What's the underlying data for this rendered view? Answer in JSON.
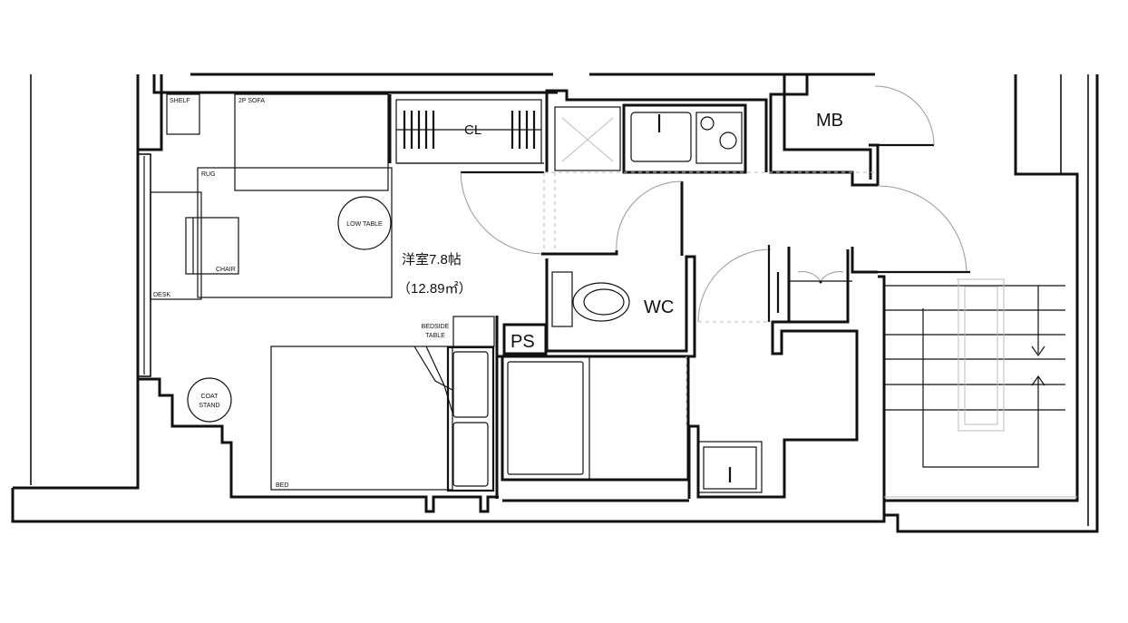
{
  "room": {
    "name": "洋室7.8帖",
    "area": "（12.89㎡）"
  },
  "labels": {
    "shelf": "SHELF",
    "sofa": "2P SOFA",
    "closet": "CL",
    "rug": "RUG",
    "low_table": "LOW TABLE",
    "chair": "CHAIR",
    "desk": "DESK",
    "bedside_table": [
      "BEDSIDE",
      "TABLE"
    ],
    "coat_stand": [
      "COAT",
      "STAND"
    ],
    "bed": "BED",
    "pipe_space": "PS",
    "toilet": "WC",
    "meter_box": "MB"
  }
}
